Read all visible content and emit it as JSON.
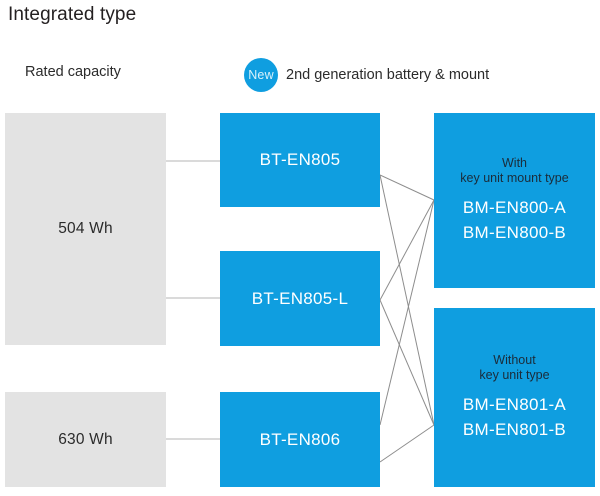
{
  "page": {
    "title": "Integrated type"
  },
  "headers": {
    "left": "Rated capacity",
    "badge": "New",
    "right": "2nd generation battery & mount"
  },
  "capacity_boxes": [
    {
      "label": "504 Wh"
    },
    {
      "label": "630 Wh"
    }
  ],
  "battery_boxes": [
    {
      "label": "BT-EN805"
    },
    {
      "label": "BT-EN805-L"
    },
    {
      "label": "BT-EN806"
    }
  ],
  "mount_boxes": [
    {
      "sub_line1": "With",
      "sub_line2": "key unit mount type",
      "model1": "BM-EN800-A",
      "model2": "BM-EN800-B"
    },
    {
      "sub_line1": "Without",
      "sub_line2": "key unit type",
      "model1": "BM-EN801-A",
      "model2": "BM-EN801-B"
    }
  ],
  "colors": {
    "accent_blue": "#0f9ee0",
    "panel_gray": "#e3e3e3",
    "connector": "#8d8d8d",
    "text_dark": "#2b2b2b",
    "text_navy": "#1b2c3a",
    "text_on_blue": "#ffffff"
  }
}
